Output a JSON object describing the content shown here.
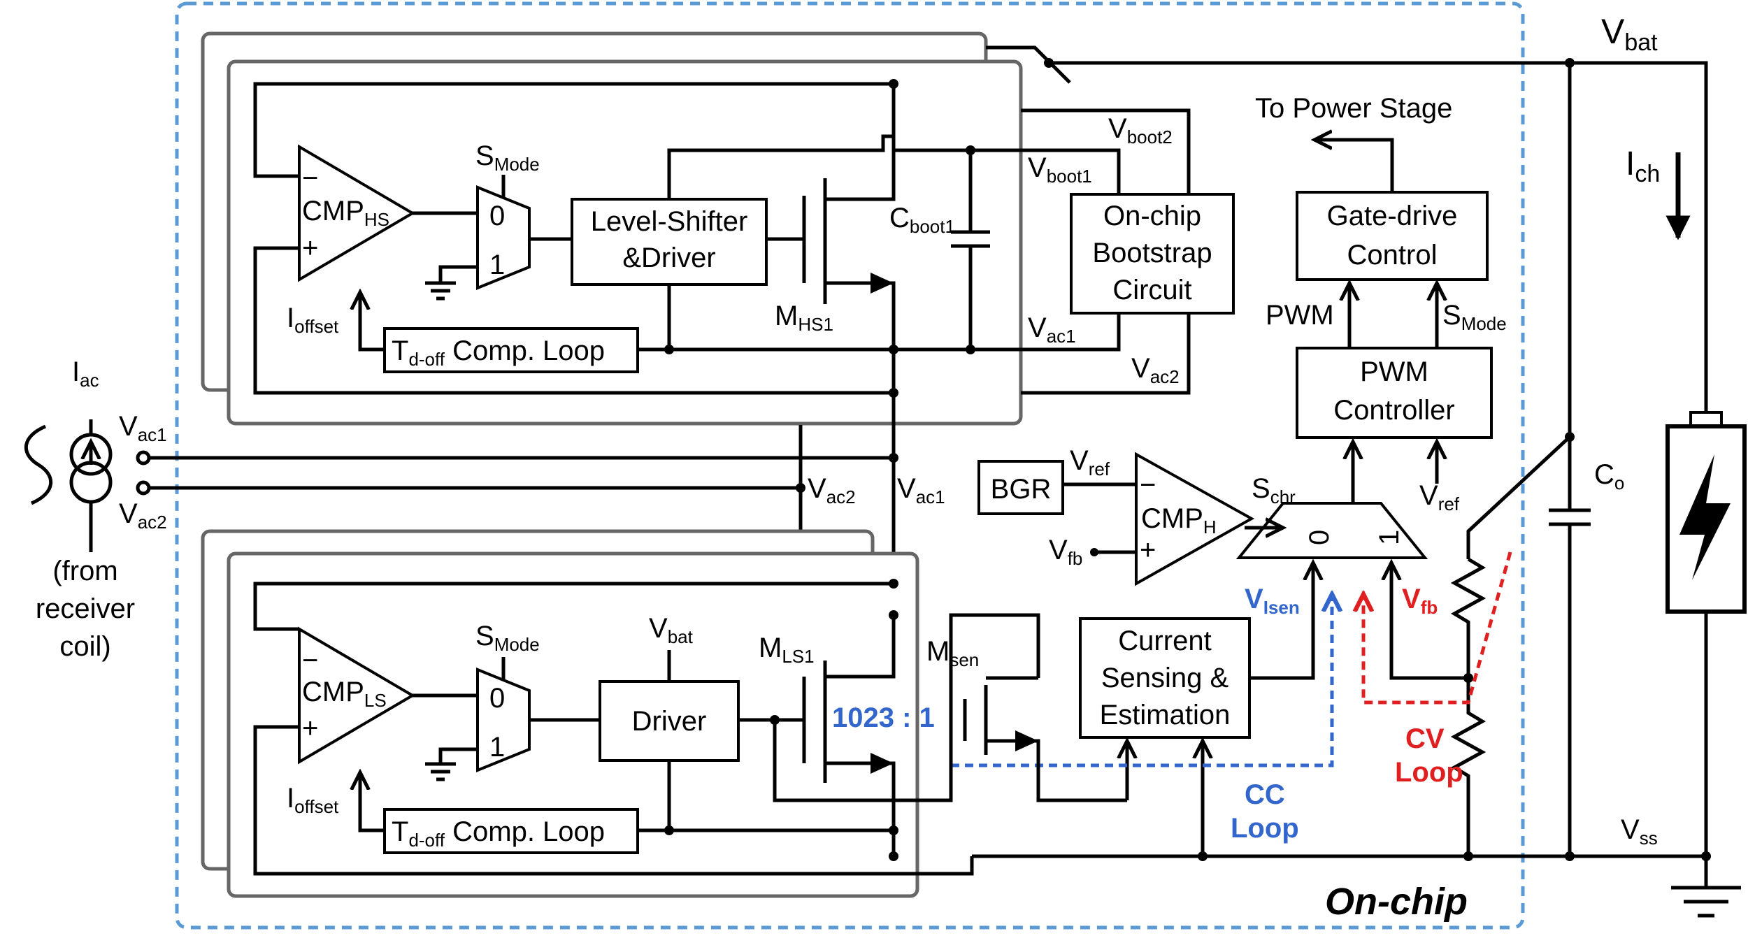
{
  "labels": {
    "vbat": "V",
    "vbat_sub": "bat",
    "ich": "I",
    "ich_sub": "ch",
    "to_power_stage": "To Power Stage",
    "gate_drive": [
      "Gate-drive",
      "Control"
    ],
    "pwm": "PWM",
    "smode": "S",
    "smode_sub": "Mode",
    "pwm_controller": [
      "PWM",
      "Controller"
    ],
    "vboot2": "V",
    "vboot2_sub": "boot2",
    "vboot1": "V",
    "vboot1_sub": "boot1",
    "bootstrap": [
      "On-chip",
      "Bootstrap",
      "Circuit"
    ],
    "vac1": "V",
    "vac1_sub": "ac1",
    "vac2": "V",
    "vac2_sub": "ac2",
    "cmp_hs": "CMP",
    "cmp_hs_sub": "HS",
    "cmp_ls": "CMP",
    "cmp_ls_sub": "LS",
    "cmp_h": "CMP",
    "cmp_h_sub": "H",
    "mux0": "0",
    "mux1": "1",
    "level_shifter": [
      "Level-Shifter",
      "&Driver"
    ],
    "driver": "Driver",
    "cboot1": "C",
    "cboot1_sub": "boot1",
    "mhs1": "M",
    "mhs1_sub": "HS1",
    "mls1": "M",
    "mls1_sub": "LS1",
    "msen": "M",
    "msen_sub": "sen",
    "ioffset": "I",
    "ioffset_sub": "offset",
    "tdoff": "T",
    "tdoff_sub": "d-off",
    "tdoff_rest": " Comp. Loop",
    "iac": "I",
    "iac_sub": "ac",
    "from_receiver": [
      "(from",
      "receiver",
      "coil)"
    ],
    "bgr": "BGR",
    "vref": "V",
    "vref_sub": "ref",
    "vfb": "V",
    "vfb_sub": "fb",
    "schr": "S",
    "schr_sub": "chr",
    "visen": "V",
    "visen_sub": "Isen",
    "current_sensing": [
      "Current",
      "Sensing &",
      "Estimation"
    ],
    "ratio": "1023 : 1",
    "cc_loop": [
      "CC",
      "Loop"
    ],
    "cv_loop": [
      "CV",
      "Loop"
    ],
    "co": "C",
    "co_sub": "o",
    "vss": "V",
    "vss_sub": "ss",
    "on_chip": "On-chip",
    "minus": "−",
    "plus": "+"
  },
  "colors": {
    "blue_loop": "#3366cc",
    "red_loop": "#e02020",
    "chip_border": "#5b9bd5",
    "frame": "#666666"
  }
}
